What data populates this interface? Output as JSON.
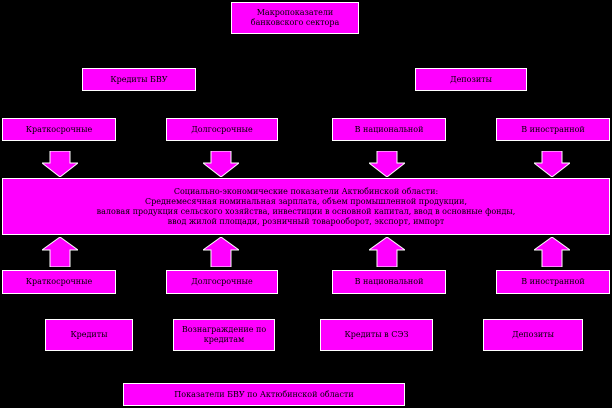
{
  "diagram": {
    "colors": {
      "box": "#FF00FF",
      "background": "#000000",
      "border": "#FFFFFF"
    },
    "top_box": {
      "line1": "Макропоказатели",
      "line2": "банковского сектора"
    },
    "left_header": "Кредиты БВУ",
    "right_header": "Депозиты",
    "upper_terms": [
      "Краткосрочные",
      "Долгосрочные",
      "В национальной",
      "В иностранной"
    ],
    "center_box": {
      "lines": [
        "Социально-экономические показатели Актюбинской области:",
        "Среднемесячная номинальная зарплата, объем промышленной продукции,",
        "валовая продукция сельского хозяйства, инвестиции в основной капитал, ввод в основные фонды,",
        "ввод жилой площади, розничный товарооборот, экспорт, импорт"
      ]
    },
    "lower_terms": [
      "Краткосрочные",
      "Долгосрочные",
      "В национальной",
      "В иностранной"
    ],
    "categories": [
      "Кредиты",
      "Вознаграждение по кредитам",
      "Кредиты в СЭЗ",
      "Депозиты"
    ],
    "bottom_box": "Показатели БВУ по Актюбинской области"
  }
}
